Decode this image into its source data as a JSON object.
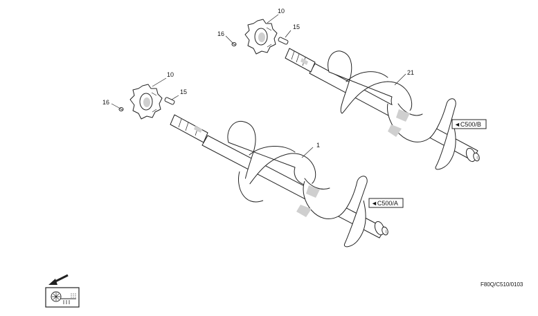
{
  "parts": {
    "upper": {
      "sprocket_no": "10",
      "key_no": "15",
      "screw_no": "16",
      "auger_no": "21",
      "ref_label": "◄C500/B"
    },
    "lower": {
      "sprocket_no": "10",
      "key_no": "15",
      "screw_no": "16",
      "auger_no": "1",
      "ref_label": "◄C500/A"
    }
  },
  "drawing_code": "F80Q/C510/0103",
  "orientation_icon": "machine-direction-icon"
}
